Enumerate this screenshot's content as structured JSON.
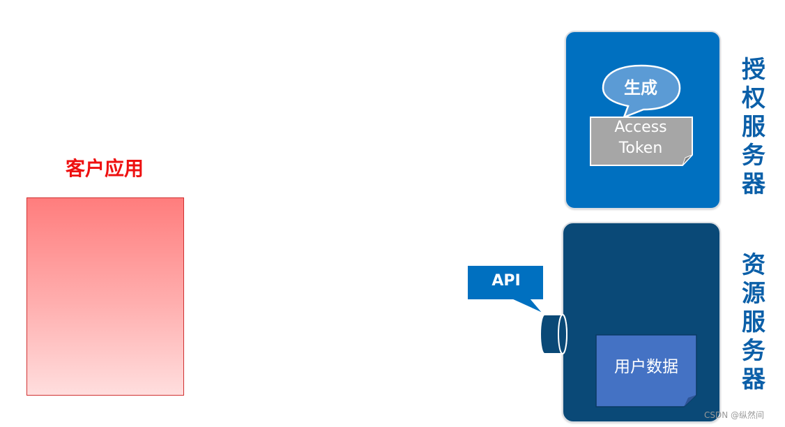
{
  "client": {
    "title": "客户应用"
  },
  "auth_server": {
    "label": "授权服务器",
    "bubble": "生成",
    "token_line1": "Access",
    "token_line2": "Token"
  },
  "resource_server": {
    "label": "资源服务器",
    "data_label": "用户数据",
    "api_label": "API"
  },
  "watermark": "CSDN @纵然间",
  "colors": {
    "client_red": "#ee1111",
    "auth_blue": "#0070c0",
    "resource_navy": "#0a4977",
    "label_blue": "#0b5fa8",
    "data_blue": "#4472c4",
    "token_gray": "#a6a6a6",
    "bubble_blue": "#5b9bd5"
  }
}
